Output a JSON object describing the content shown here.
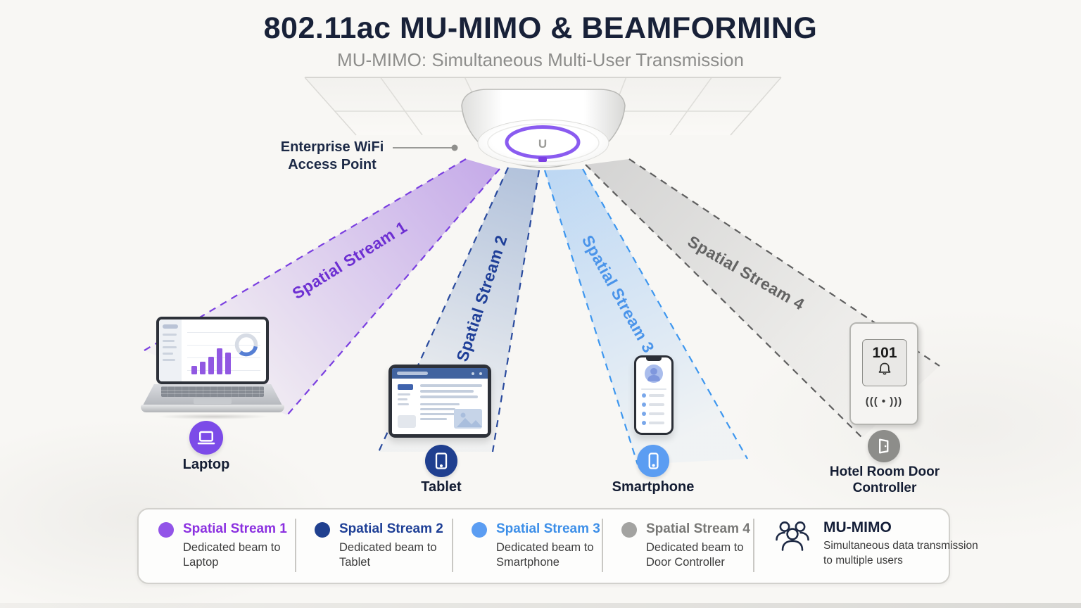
{
  "header": {
    "title": "802.11ac MU-MIMO & BEAMFORMING",
    "subtitle": "MU-MIMO: Simultaneous Multi-User Transmission"
  },
  "access_point": {
    "label": "Enterprise WiFi Access Point",
    "logo_letter": "U",
    "ring_color": "#8a5bf0"
  },
  "beams": [
    {
      "label": "Spatial Stream 1",
      "label_color": "#6d2fd2",
      "fill_color": "#a87fe2",
      "edge_color": "#7a3fe0"
    },
    {
      "label": "Spatial Stream 2",
      "label_color": "#1f3f98",
      "fill_color": "#8da6ce",
      "edge_color": "#2a4b9e"
    },
    {
      "label": "Spatial Stream 3",
      "label_color": "#4a94ea",
      "fill_color": "#a7ccf3",
      "edge_color": "#3e97ef"
    },
    {
      "label": "Spatial Stream 4",
      "label_color": "#636363",
      "fill_color": "#c9c9c9",
      "edge_color": "#5f5f5f"
    }
  ],
  "devices": {
    "laptop": {
      "label": "Laptop",
      "badge_color": "#7c4be8"
    },
    "tablet": {
      "label": "Tablet",
      "badge_color": "#1f3f8f"
    },
    "smartphone": {
      "label": "Smartphone",
      "badge_color": "#5b9df2"
    },
    "door_controller": {
      "label": "Hotel Room Door Controller",
      "badge_color": "#8d8d8a",
      "room_number": "101",
      "nfc_symbol": "((( • )))"
    }
  },
  "legend": {
    "items": [
      {
        "title": "Spatial Stream 1",
        "description": "Dedicated beam to Laptop",
        "dot_color": "#9254e8",
        "title_color": "#8b30e0"
      },
      {
        "title": "Spatial Stream 2",
        "description": "Dedicated beam to Tablet",
        "dot_color": "#20408f",
        "title_color": "#1e3f96"
      },
      {
        "title": "Spatial Stream 3",
        "description": "Dedicated beam to Smartphone",
        "dot_color": "#5b9df2",
        "title_color": "#3d8fe8"
      },
      {
        "title": "Spatial Stream 4",
        "description": "Dedicated beam to Door Controller",
        "dot_color": "#a3a3a1",
        "title_color": "#787876"
      }
    ],
    "mu_mimo": {
      "title": "MU-MIMO",
      "description": "Simultaneous data transmission to multiple users"
    }
  }
}
